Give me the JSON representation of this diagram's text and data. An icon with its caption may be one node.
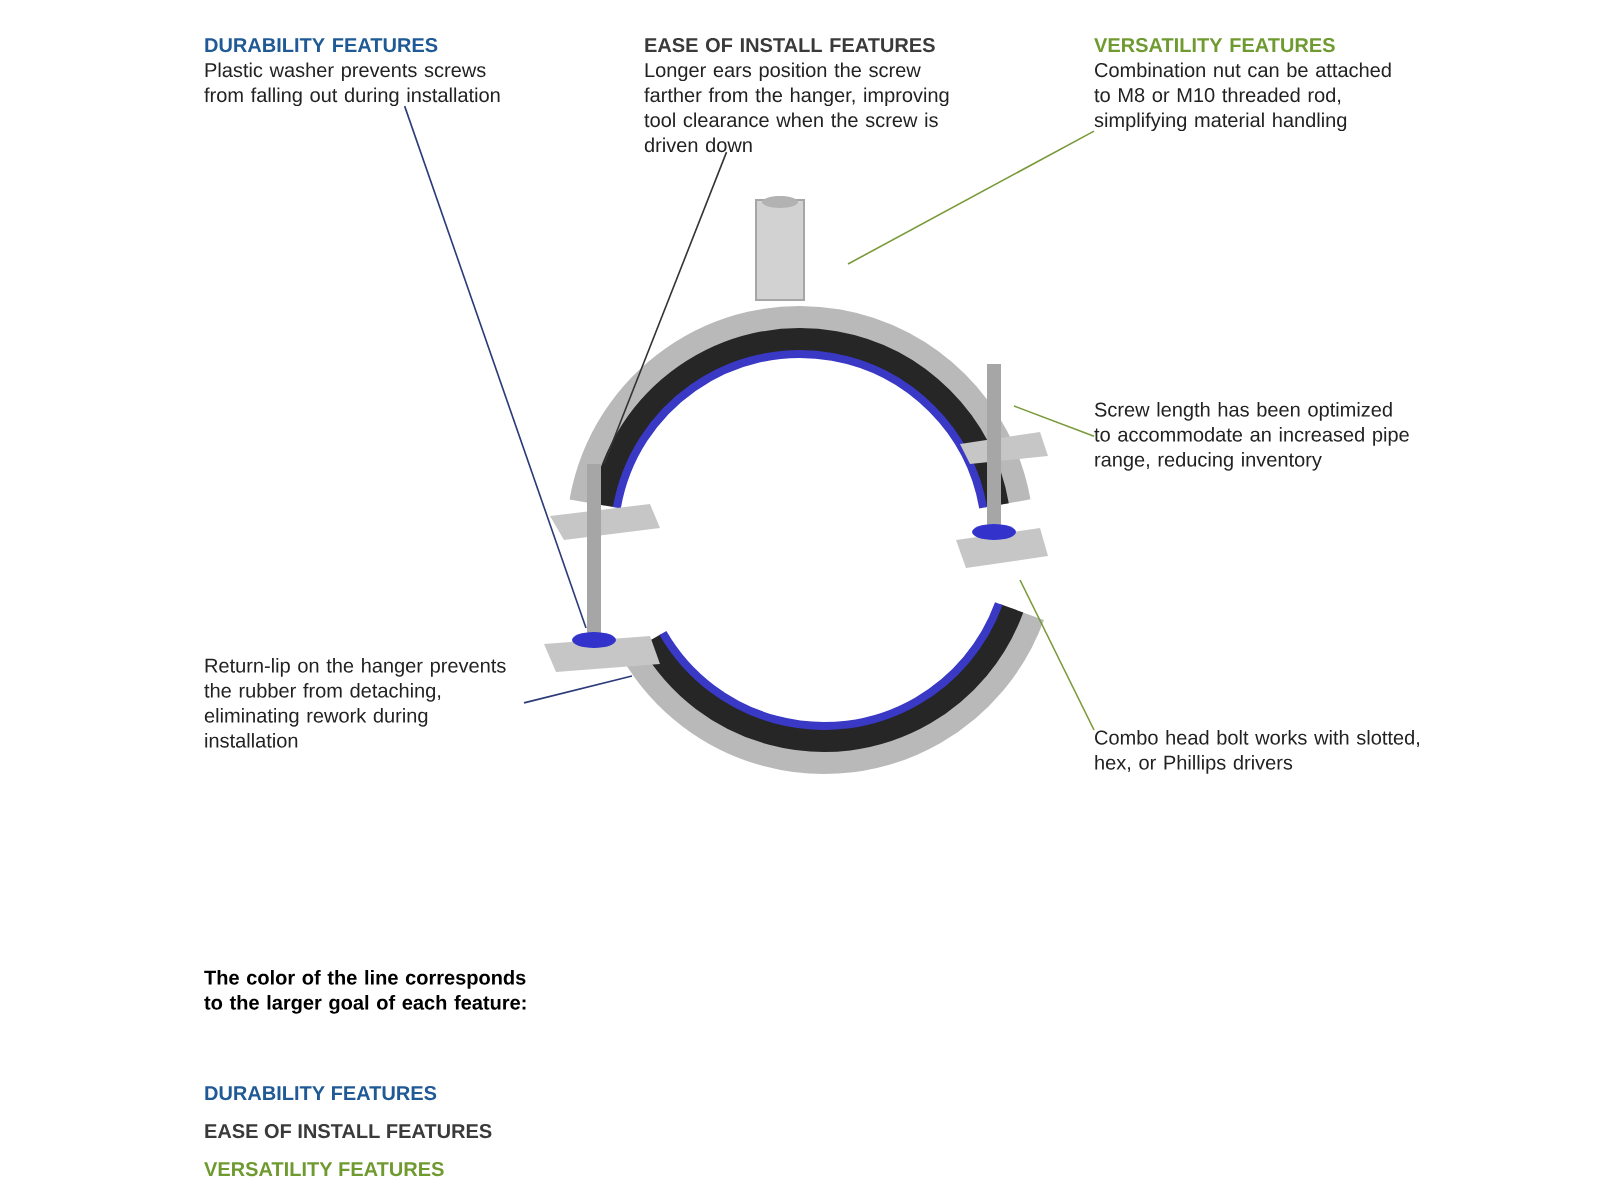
{
  "diagram": {
    "nodes": [
      {
        "text": [
          "DURABILITY FEATURES",
          "Plastic washer prevents screws from falling out during installation"
        ]
      },
      {
        "text": [
          "EASE OF INSTALL FEATURES",
          "Longer ears position the screw farther from the hanger, improving tool clearance when the screw is driven down"
        ]
      },
      {
        "text": [
          "VERSATILITY FEATURES",
          "Combination nut can be attached to M8 or M10 threaded rod, simplifying material handling"
        ]
      },
      {
        "text": [
          "Screw length has been optimized to accommodate an increased pipe range, reducing inventory"
        ]
      },
      {
        "text": [
          "Return-lip on the hanger prevents the rubber from detaching, eliminating rework during installation"
        ]
      },
      {
        "text": [
          "Combo head bolt works with slotted, hex, or Phillips drivers"
        ]
      }
    ],
    "edges": [
      {
        "from": 0,
        "to": null,
        "arrow": "none",
        "color": "#2b3a78"
      },
      {
        "from": 1,
        "to": null,
        "arrow": "none",
        "color": "#333333"
      },
      {
        "from": 2,
        "to": null,
        "arrow": "none",
        "color": "#7a9a3a"
      },
      {
        "from": 3,
        "to": null,
        "arrow": "none",
        "color": "#7a9a3a"
      },
      {
        "from": 4,
        "to": null,
        "arrow": "none",
        "color": "#2b3a78"
      },
      {
        "from": 5,
        "to": null,
        "arrow": "none",
        "color": "#7a9a3a"
      }
    ],
    "labels": [
      "The color of the line corresponds to the larger goal of each feature:"
    ],
    "legend": [
      {
        "text": "DURABILITY FEATURES",
        "color": "#1f5a96"
      },
      {
        "text": "EASE OF INSTALL FEATURES",
        "color": "#3a3a3a"
      },
      {
        "text": "VERSATILITY FEATURES",
        "color": "#6f9a30"
      }
    ]
  }
}
